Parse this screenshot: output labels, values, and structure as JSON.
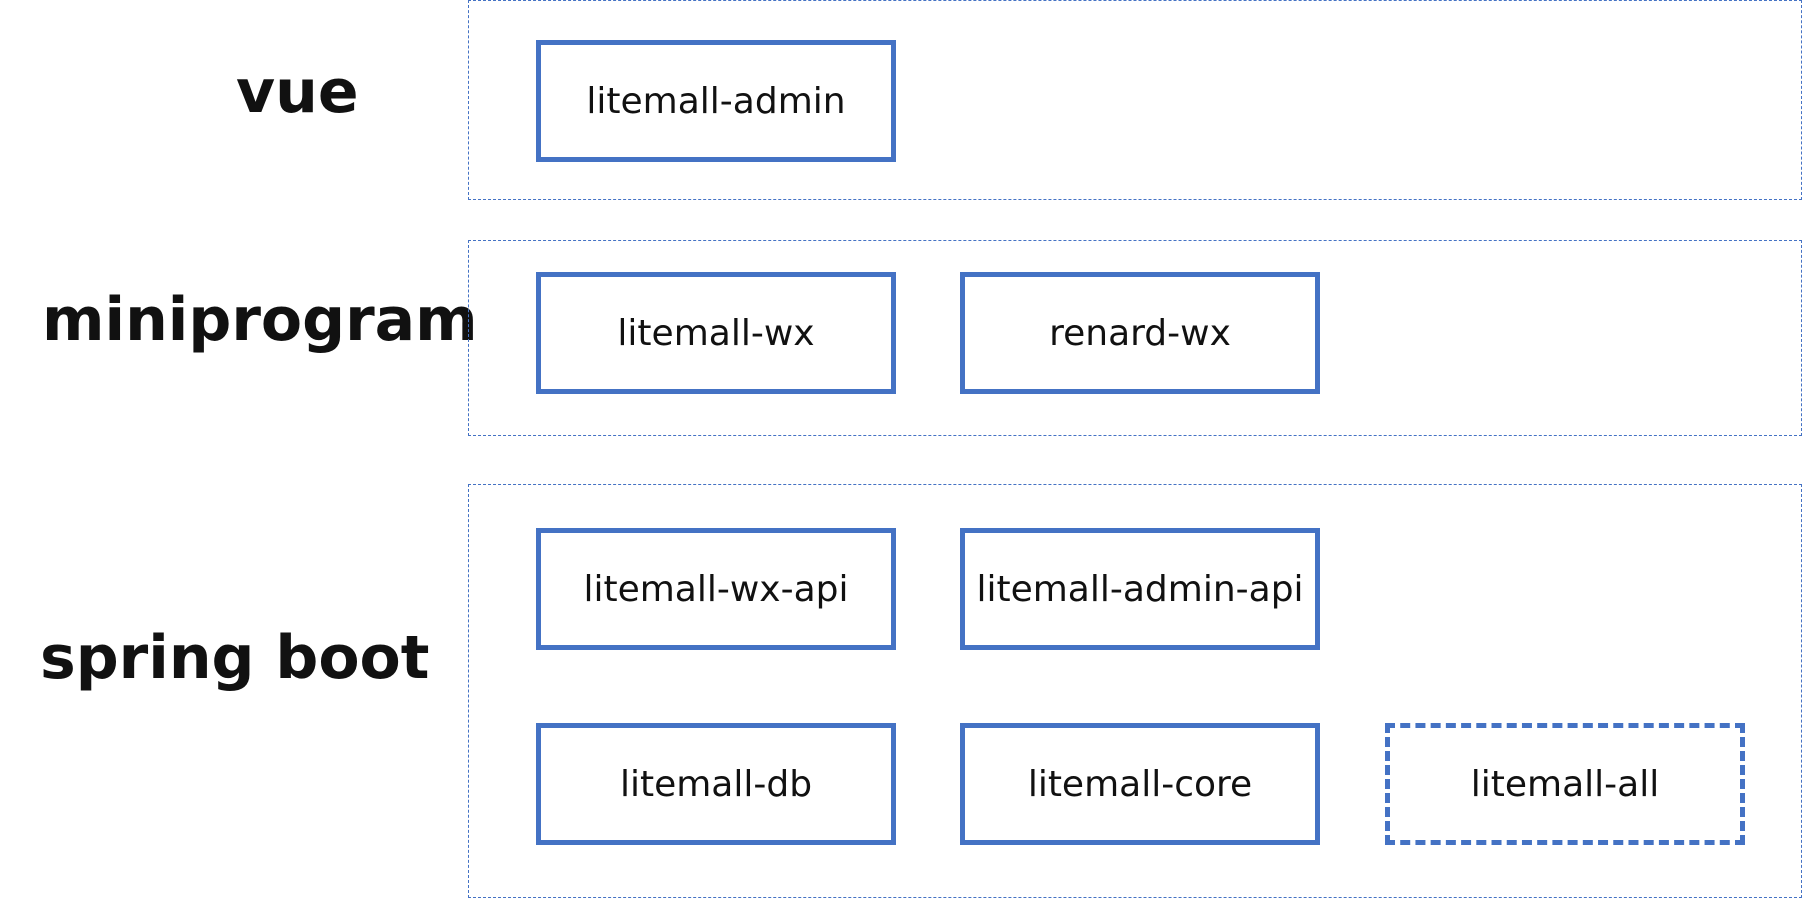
{
  "colors": {
    "accent": "#4472c4",
    "text": "#111111",
    "background": "#ffffff"
  },
  "layers": {
    "vue": {
      "label": "vue",
      "modules": [
        "litemall-admin"
      ]
    },
    "miniprogram": {
      "label": "miniprogram",
      "modules": [
        "litemall-wx",
        "renard-wx"
      ]
    },
    "spring_boot": {
      "label": "spring boot",
      "modules": [
        "litemall-wx-api",
        "litemall-admin-api",
        "litemall-db",
        "litemall-core",
        "litemall-all"
      ]
    }
  }
}
